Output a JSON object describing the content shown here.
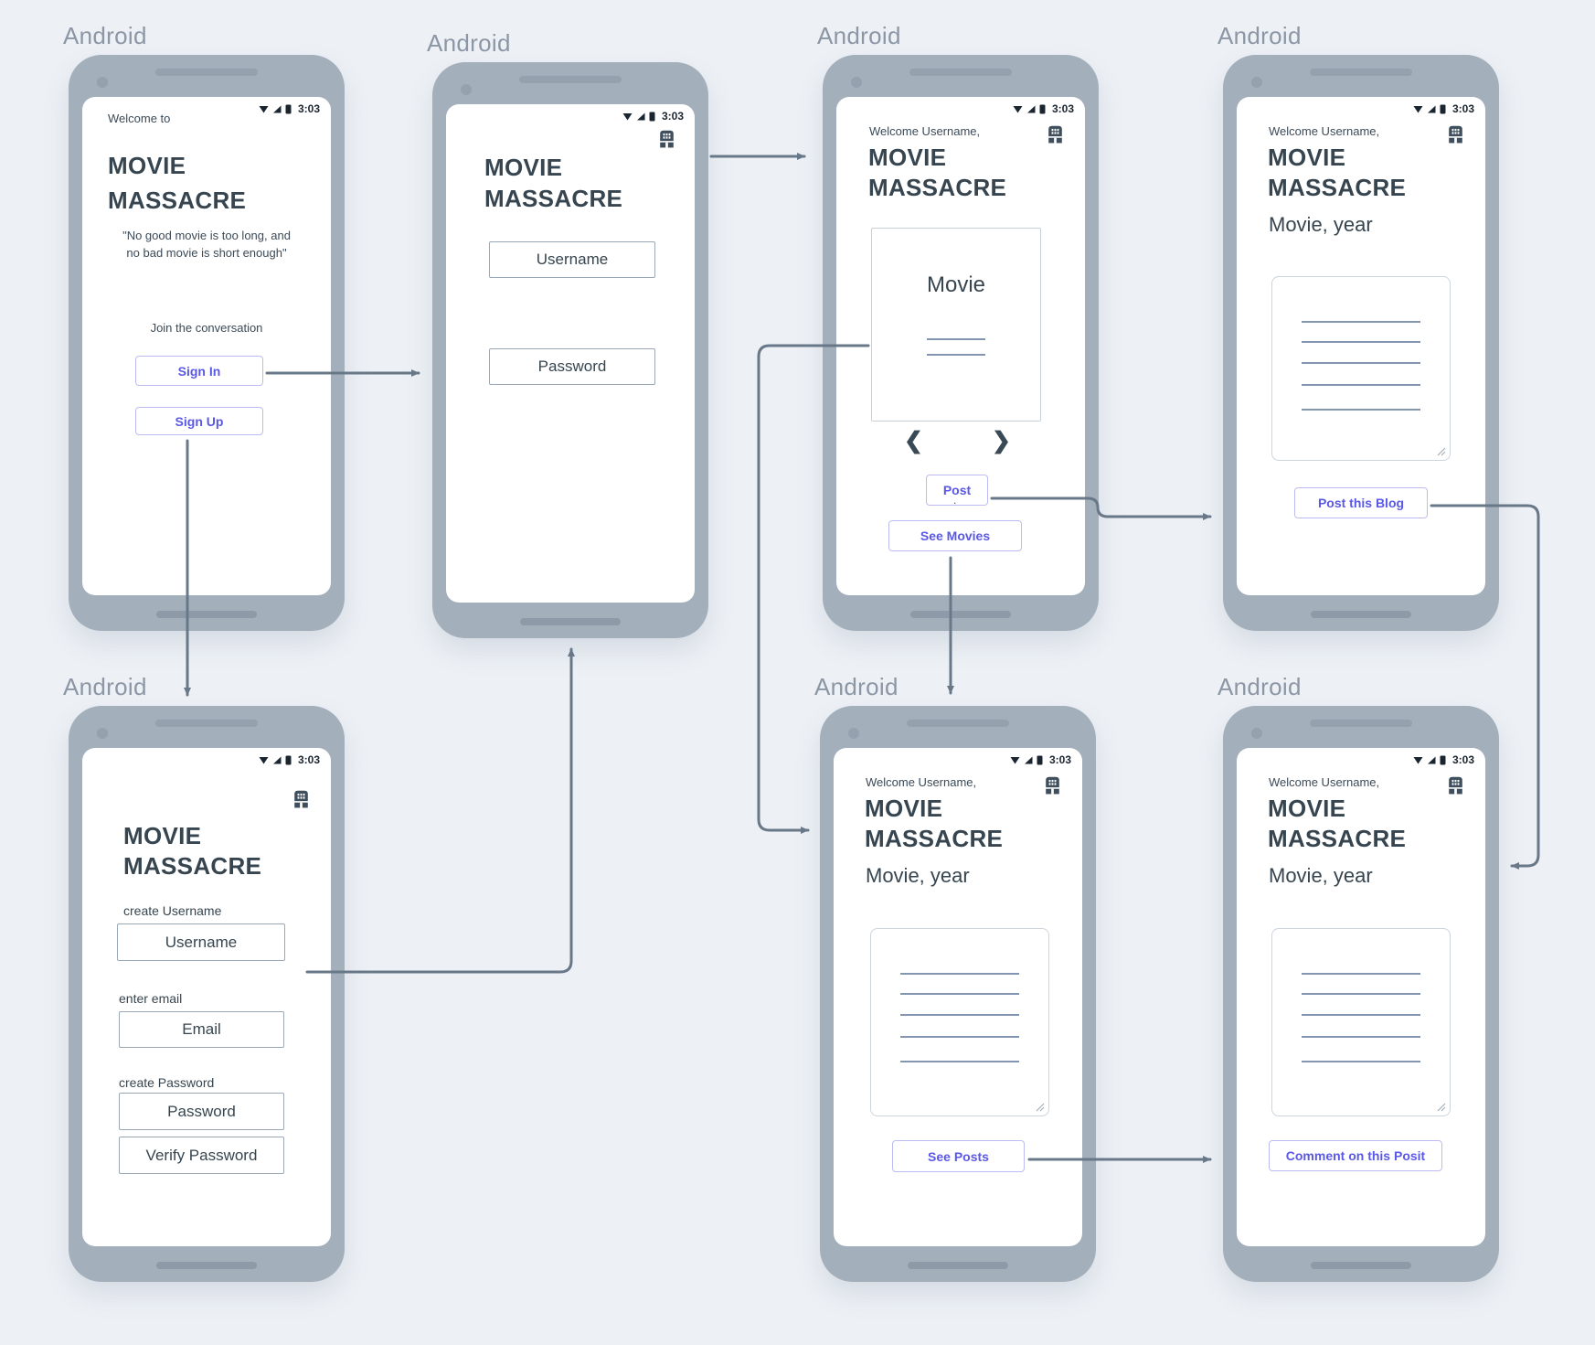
{
  "labels": {
    "os": "Android"
  },
  "status": {
    "time": "3:03"
  },
  "brand": {
    "line1": "MOVIE",
    "line2": "MASSACRE"
  },
  "header": {
    "welcome_user": "Welcome Username,",
    "movie_year": "Movie, year"
  },
  "welcome": {
    "intro": "Welcome to",
    "quote1": "\"No good movie is too long, and",
    "quote2": "no bad movie is short enough\"",
    "join": "Join the conversation",
    "sign_in": "Sign In",
    "sign_up": "Sign Up"
  },
  "signin": {
    "username": "Username",
    "password": "Password"
  },
  "browse": {
    "movie": "Movie",
    "post": "Post",
    "dot": ".",
    "see_movies": "See Movies"
  },
  "post_screens": {
    "post_blog": "Post this Blog",
    "see_posts": "See Posts",
    "comment": "Comment on this Posit"
  },
  "signup": {
    "create_username": "create Username",
    "username": "Username",
    "enter_email": "enter email",
    "email": "Email",
    "create_password": "create Password",
    "password": "Password",
    "verify_password": "Verify Password"
  },
  "icons": {
    "building": "building-icon",
    "wifi": "wifi-icon",
    "cellular": "cellular-icon",
    "battery": "battery-icon",
    "chevron_left": "❮",
    "chevron_right": "❯"
  },
  "colors": {
    "background": "#edf1f6",
    "frame": "#a4afbc",
    "title": "#36454f",
    "accent": "#5a58e6",
    "accent_border": "#bcbcf2",
    "arrow": "#687889",
    "placeholder_line": "#8296b1",
    "input_border": "#9aa7b4",
    "status": "#1b2530",
    "os_label": "#8c96a4"
  }
}
